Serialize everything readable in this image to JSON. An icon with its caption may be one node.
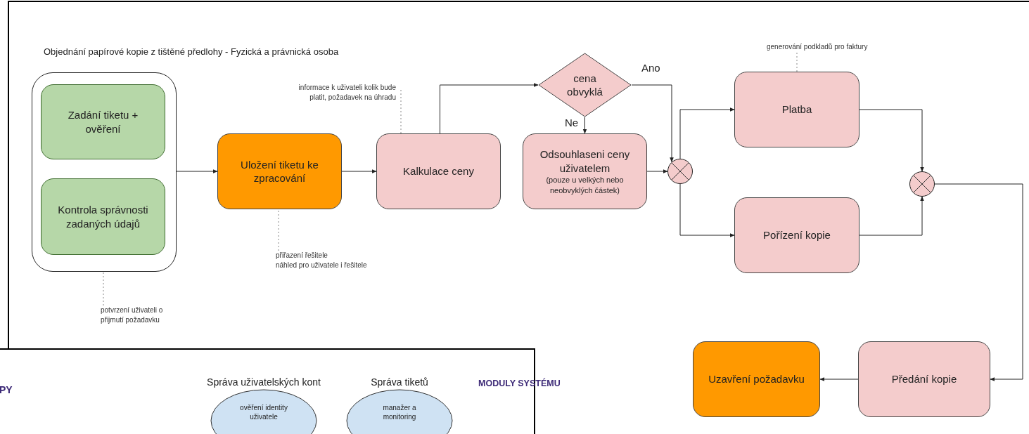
{
  "diagram": {
    "title": "Objednání papírové kopie z tištěné předlohy - Fyzická a právnická osoba",
    "nodes": [
      {
        "text": [],
        "shape": "box"
      },
      {
        "text": [
          "Zadání tiketu + ověření"
        ],
        "in": 0
      },
      {
        "text": [
          "Kontrola správnosti zadaných údajů"
        ],
        "in": 0
      },
      {
        "text": [
          "Uložení tiketu ke zpracování"
        ]
      },
      {
        "text": [
          "Kalkulace ceny"
        ]
      },
      {
        "text": [
          "cena obvyklá"
        ]
      },
      {
        "text": [
          "Odsouhlaseni ceny uživatelem",
          "(pouze u velkých nebo neobvyklých částek)"
        ]
      },
      {
        "text": [],
        "shape": "circle"
      },
      {
        "text": [
          "Platba"
        ]
      },
      {
        "text": [
          "Pořízení kopie"
        ]
      },
      {
        "text": [],
        "shape": "circle"
      },
      {
        "text": [
          "Předání kopie"
        ]
      },
      {
        "text": [
          "Uzavření požadavku"
        ]
      },
      {
        "text": [
          "potvrzení uživateli o přijmutí požadavku"
        ]
      },
      {
        "text": [
          "přiřazení řešitele",
          "náhled pro uživatele i řešitele"
        ]
      },
      {
        "text": [
          "informace k uživateli kolik bude platit, požadavek na úhradu"
        ]
      },
      {
        "text": [
          "generování podkladů pro faktury"
        ]
      },
      {
        "text": [
          "Správa uživatelských kont",
          "ověření identity uživatele"
        ]
      },
      {
        "text": [
          "Správa tiketů",
          "manažer a monitoring"
        ]
      }
    ],
    "edges": [
      {
        "from": 0,
        "to": 3,
        "arrow": "to"
      },
      {
        "from": 3,
        "to": 4,
        "arrow": "to"
      },
      {
        "from": 4,
        "to": 5,
        "arrow": "to"
      },
      {
        "from": 5,
        "to": 7,
        "arrow": "to",
        "label": "Ano"
      },
      {
        "from": 5,
        "to": 6,
        "arrow": "to",
        "label": "Ne"
      },
      {
        "from": 6,
        "to": 7,
        "arrow": "to"
      },
      {
        "from": 7,
        "to": 8,
        "arrow": "to"
      },
      {
        "from": 7,
        "to": 9,
        "arrow": "to"
      },
      {
        "from": 8,
        "to": 10,
        "arrow": "to"
      },
      {
        "from": 9,
        "to": 10,
        "arrow": "to"
      },
      {
        "from": 10,
        "to": 11,
        "arrow": "to"
      },
      {
        "from": 11,
        "to": 12,
        "arrow": "to"
      },
      {
        "from": 13,
        "to": 0,
        "arrow": "none",
        "style": "dashed",
        "color": "#888888"
      },
      {
        "from": 14,
        "to": 3,
        "arrow": "none",
        "style": "dashed",
        "color": "#888888"
      },
      {
        "from": 15,
        "to": 4,
        "arrow": "none",
        "style": "dashed",
        "color": "#888888"
      },
      {
        "from": 16,
        "to": 8,
        "arrow": "none",
        "style": "dashed",
        "color": "#888888"
      }
    ],
    "labels": [
      "PY",
      "MODULY SYSTÉMU"
    ]
  }
}
